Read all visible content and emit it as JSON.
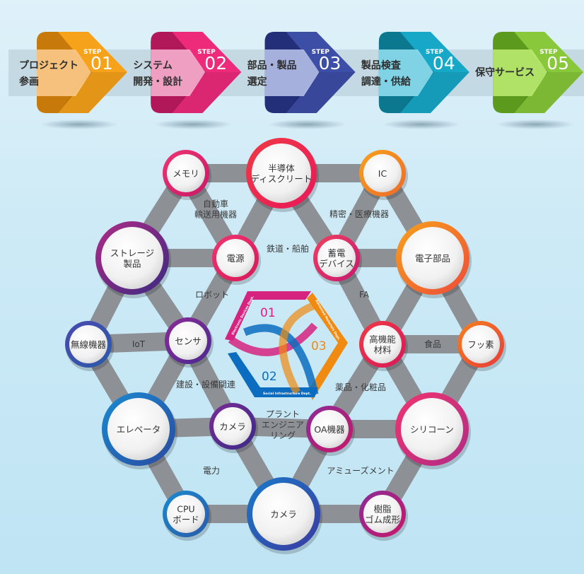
{
  "steps": [
    {
      "step_label": "STEP",
      "number": "01",
      "lines": [
        "プロジェクト",
        "参画"
      ],
      "color": "#f7a21b",
      "dark": "#c77a0a",
      "light": "#f9c98a"
    },
    {
      "step_label": "STEP",
      "number": "02",
      "lines": [
        "システム",
        "開発・設計"
      ],
      "color": "#ee2a7b",
      "dark": "#b0185a",
      "light": "#f6aecd"
    },
    {
      "step_label": "STEP",
      "number": "03",
      "lines": [
        "部品・製品",
        "選定"
      ],
      "color": "#3d4ea6",
      "dark": "#232f78",
      "light": "#b4bfe8"
    },
    {
      "step_label": "STEP",
      "number": "04",
      "lines": [
        "製品検査",
        "調達・供給"
      ],
      "color": "#17a8c8",
      "dark": "#0b7890",
      "light": "#8ddcee"
    },
    {
      "step_label": "STEP",
      "number": "05",
      "lines": [
        "保守サービス"
      ],
      "color": "#88c83a",
      "dark": "#5b9a1c",
      "light": "#b8ea70"
    }
  ],
  "circles": [
    {
      "lines": [
        "メモリ"
      ],
      "ring": [
        "#f0356f",
        "#c8186a"
      ]
    },
    {
      "lines": [
        "半導体",
        "ディスクリート"
      ],
      "ring": [
        "#f03a45",
        "#e8185a"
      ]
    },
    {
      "lines": [
        "IC"
      ],
      "ring": [
        "#f7a21b",
        "#ee6a2a"
      ]
    },
    {
      "lines": [
        "ストレージ",
        "製品"
      ],
      "ring": [
        "#b02b86",
        "#3a2a82"
      ]
    },
    {
      "lines": [
        "電源"
      ],
      "ring": [
        "#f0356f",
        "#d8185a"
      ]
    },
    {
      "lines": [
        "蓄電",
        "デバイス"
      ],
      "ring": [
        "#f04060",
        "#c81870"
      ]
    },
    {
      "lines": [
        "電子部品"
      ],
      "ring": [
        "#f7a21b",
        "#ee4a3a"
      ]
    },
    {
      "lines": [
        "無線機器"
      ],
      "ring": [
        "#4a4ab0",
        "#2a5aa8"
      ]
    },
    {
      "lines": [
        "センサ"
      ],
      "ring": [
        "#8a2c96",
        "#4a2a90"
      ]
    },
    {
      "lines": [
        "高機能",
        "材料"
      ],
      "ring": [
        "#f03a45",
        "#d8185a"
      ]
    },
    {
      "lines": [
        "フッ素"
      ],
      "ring": [
        "#f5821f",
        "#e83a3a"
      ]
    },
    {
      "lines": [
        "エレベータ"
      ],
      "ring": [
        "#1a8ad0",
        "#2a4aa0"
      ]
    },
    {
      "lines": [
        "カメラ"
      ],
      "ring": [
        "#7a2c96",
        "#3a2a88"
      ]
    },
    {
      "lines": [
        "OA機器"
      ],
      "ring": [
        "#8a2c96",
        "#c8186a"
      ]
    },
    {
      "lines": [
        "シリコーン"
      ],
      "ring": [
        "#f0356f",
        "#b02b86"
      ]
    },
    {
      "lines": [
        "CPU",
        "ボード"
      ],
      "ring": [
        "#1a8ad0",
        "#2a5aa8"
      ]
    },
    {
      "lines": [
        "カメラ"
      ],
      "ring": [
        "#1a7ac8",
        "#3a3aa0"
      ]
    },
    {
      "lines": [
        "樹脂",
        "ゴム成形"
      ],
      "ring": [
        "#8a2c96",
        "#c8186a"
      ]
    }
  ],
  "industries": [
    {
      "lines": [
        "自動車",
        "輸送用機器"
      ]
    },
    {
      "lines": [
        "精密・医療機器"
      ]
    },
    {
      "lines": [
        "鉄道・船舶"
      ]
    },
    {
      "lines": [
        "ロボット"
      ]
    },
    {
      "lines": [
        "FA"
      ]
    },
    {
      "lines": [
        "IoT"
      ]
    },
    {
      "lines": [
        "食品"
      ]
    },
    {
      "lines": [
        "建設・設備関連"
      ]
    },
    {
      "lines": [
        "薬品・化粧品"
      ]
    },
    {
      "lines": [
        "プラント",
        "エンジニア",
        "リング"
      ]
    },
    {
      "lines": [
        "電力"
      ]
    },
    {
      "lines": [
        "アミューズメント"
      ]
    }
  ],
  "logo": {
    "dept1_number": "01",
    "dept1_name": "Electronic Devices Dept.",
    "dept1_color": "#d6237f",
    "dept2_number": "02",
    "dept2_name": "Social Infrastructure Dept.",
    "dept2_color": "#0b6cc0",
    "dept3_number": "03",
    "dept3_name": "Advanced Materials Dept.",
    "dept3_color": "#f08a10"
  }
}
